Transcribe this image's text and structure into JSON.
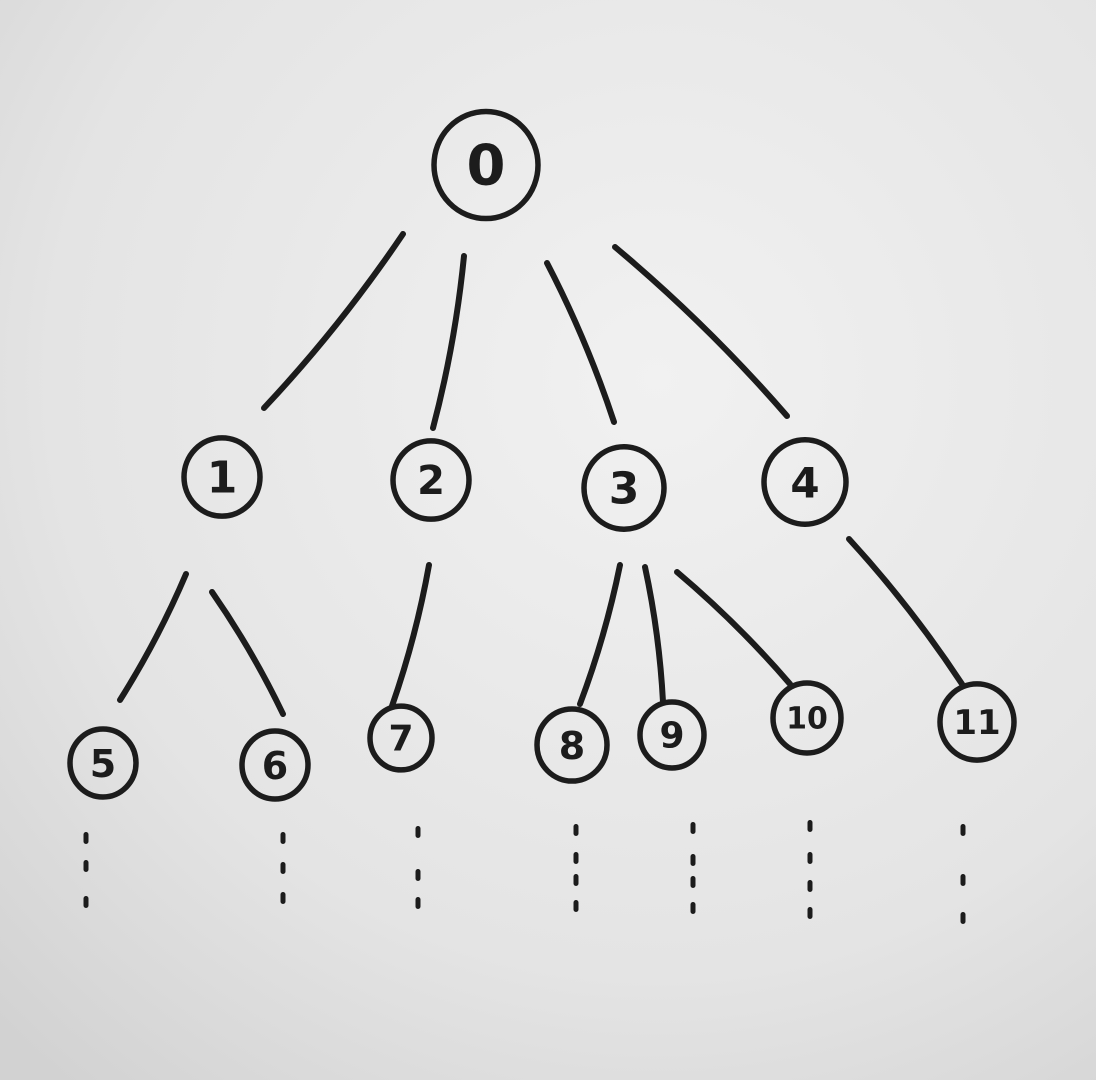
{
  "diagram": {
    "type": "tree",
    "nodes": [
      {
        "id": "0",
        "label": "0"
      },
      {
        "id": "1",
        "label": "1"
      },
      {
        "id": "2",
        "label": "2"
      },
      {
        "id": "3",
        "label": "3"
      },
      {
        "id": "4",
        "label": "4"
      },
      {
        "id": "5",
        "label": "5"
      },
      {
        "id": "6",
        "label": "6"
      },
      {
        "id": "7",
        "label": "7"
      },
      {
        "id": "8",
        "label": "8"
      },
      {
        "id": "9",
        "label": "9"
      },
      {
        "id": "10",
        "label": "10"
      },
      {
        "id": "11",
        "label": "11"
      }
    ],
    "edges": [
      {
        "from": "0",
        "to": "1"
      },
      {
        "from": "0",
        "to": "2"
      },
      {
        "from": "0",
        "to": "3"
      },
      {
        "from": "0",
        "to": "4"
      },
      {
        "from": "1",
        "to": "5"
      },
      {
        "from": "1",
        "to": "6"
      },
      {
        "from": "2",
        "to": "7"
      },
      {
        "from": "3",
        "to": "8"
      },
      {
        "from": "3",
        "to": "9"
      },
      {
        "from": "3",
        "to": "10"
      },
      {
        "from": "4",
        "to": "11"
      }
    ],
    "continuation_marker": "vertical-dots",
    "continued_nodes": [
      "5",
      "6",
      "7",
      "8",
      "9",
      "10",
      "11"
    ]
  },
  "colors": {
    "paper_light": "#efefef",
    "paper_dark": "#d6d6d6",
    "ink": "#1c1c1c"
  }
}
